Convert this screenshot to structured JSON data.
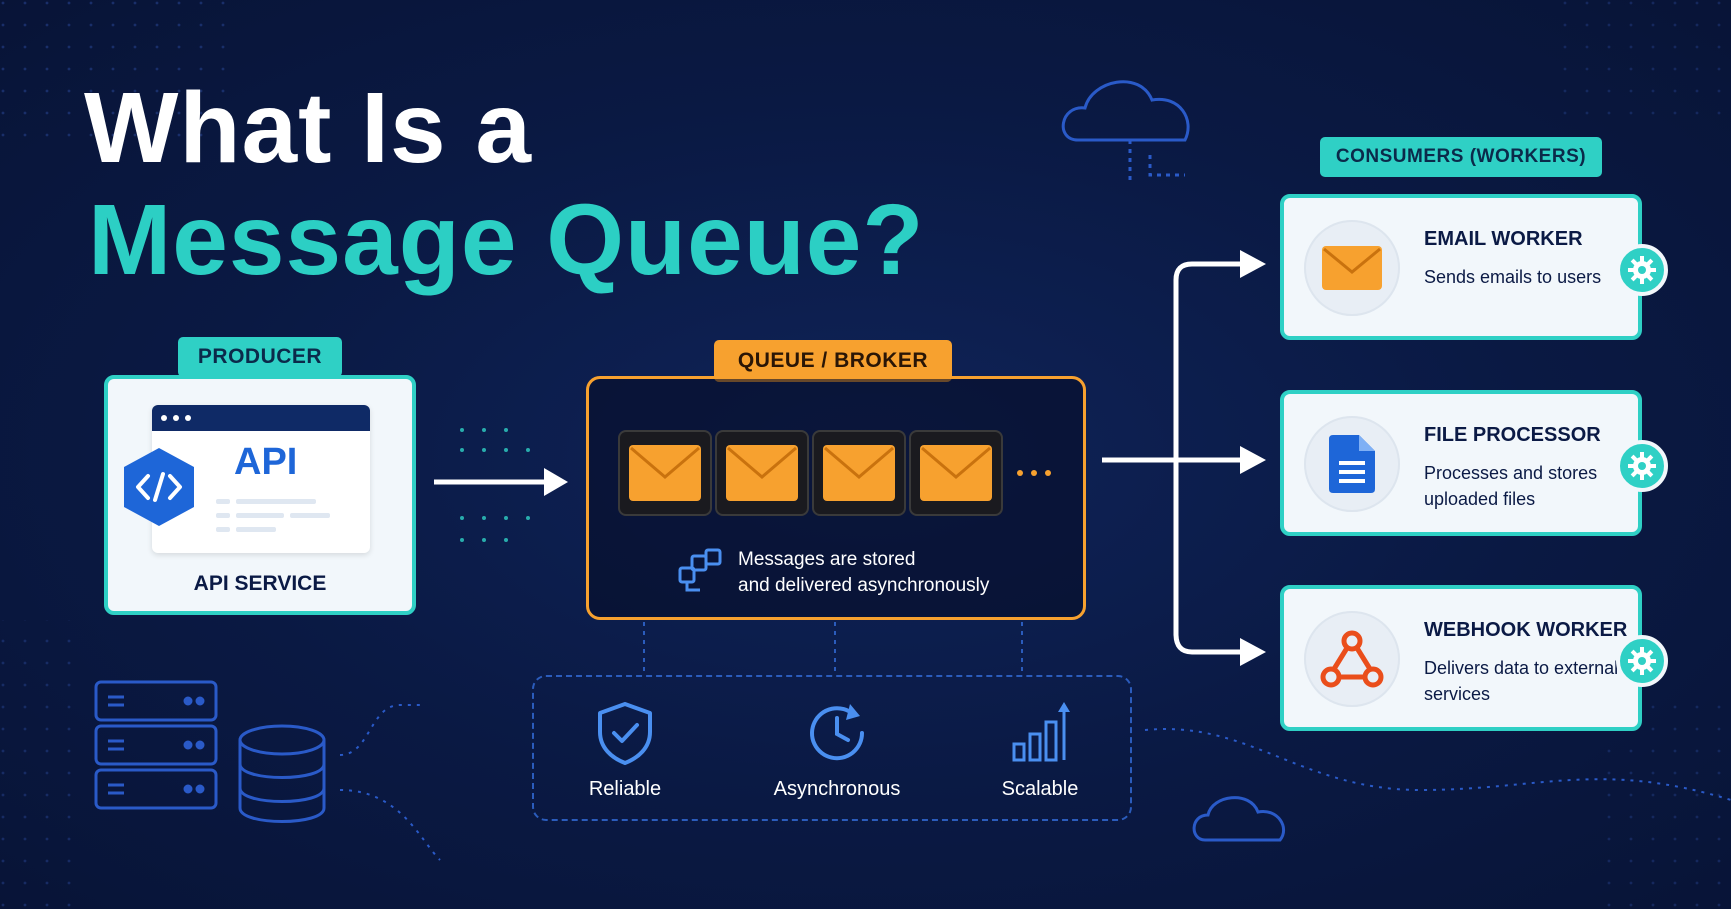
{
  "title": {
    "line1": "What Is a",
    "line2": "Message Queue?"
  },
  "producer": {
    "tag": "PRODUCER",
    "window_label": "API",
    "service_label": "API SERVICE"
  },
  "queue": {
    "tag": "QUEUE / BROKER",
    "caption_line1": "Messages are stored",
    "caption_line2": "and delivered asynchronously",
    "message_count": 4
  },
  "features": [
    {
      "label": "Reliable",
      "icon": "shield-check-icon"
    },
    {
      "label": "Asynchronous",
      "icon": "clock-cycle-icon"
    },
    {
      "label": "Scalable",
      "icon": "bar-chart-icon"
    }
  ],
  "consumers": {
    "tag": "CONSUMERS (WORKERS)",
    "items": [
      {
        "title": "EMAIL WORKER",
        "desc": "Sends emails to users",
        "icon": "envelope-icon"
      },
      {
        "title": "FILE PROCESSOR",
        "desc": "Processes and stores uploaded files",
        "icon": "document-icon"
      },
      {
        "title": "WEBHOOK WORKER",
        "desc": "Delivers data to external services",
        "icon": "webhook-icon"
      }
    ]
  },
  "colors": {
    "background": "#0b1a45",
    "accent_teal": "#2fd0c5",
    "accent_orange": "#f7a12f",
    "api_blue": "#1e66d8"
  }
}
